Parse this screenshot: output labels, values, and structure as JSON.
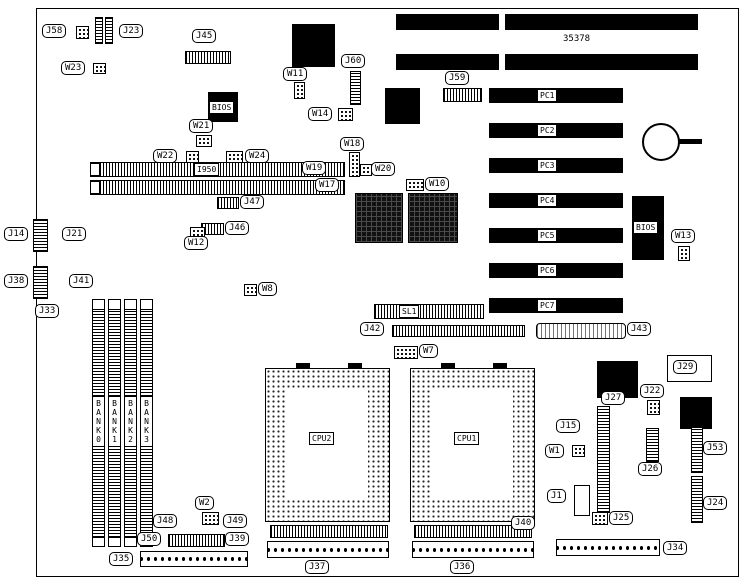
{
  "board": {
    "part_number": "35378"
  },
  "chips": {
    "bios": "BIOS",
    "cpu1": "CPU1",
    "cpu2": "CPU2",
    "memory_controller": "I950"
  },
  "slots": {
    "pci": [
      "PC1",
      "PC2",
      "PC3",
      "PC4",
      "PC5",
      "PC6",
      "PC7"
    ],
    "sl1": "SL1"
  },
  "memory_banks": [
    "BANK0",
    "BANK1",
    "BANK2",
    "BANK3"
  ],
  "jumpers": {
    "J1": "J1",
    "J14": "J14",
    "J15": "J15",
    "J21": "J21",
    "J22": "J22",
    "J23": "J23",
    "J24": "J24",
    "J25": "J25",
    "J26": "J26",
    "J27": "J27",
    "J29": "J29",
    "J33": "J33",
    "J34": "J34",
    "J35": "J35",
    "J36": "J36",
    "J37": "J37",
    "J38": "J38",
    "J39": "J39",
    "J40": "J40",
    "J41": "J41",
    "J42": "J42",
    "J43": "J43",
    "J45": "J45",
    "J46": "J46",
    "J47": "J47",
    "J48": "J48",
    "J49": "J49",
    "J50": "J50",
    "J53": "J53",
    "J58": "J58",
    "J59": "J59",
    "J60": "J60"
  },
  "wires": {
    "W1": "W1",
    "W2": "W2",
    "W7": "W7",
    "W8": "W8",
    "W10": "W10",
    "W11": "W11",
    "W12": "W12",
    "W13": "W13",
    "W14": "W14",
    "W17": "W17",
    "W18": "W18",
    "W19": "W19",
    "W20": "W20",
    "W21": "W21",
    "W22": "W22",
    "W23": "W23",
    "W24": "W24"
  }
}
